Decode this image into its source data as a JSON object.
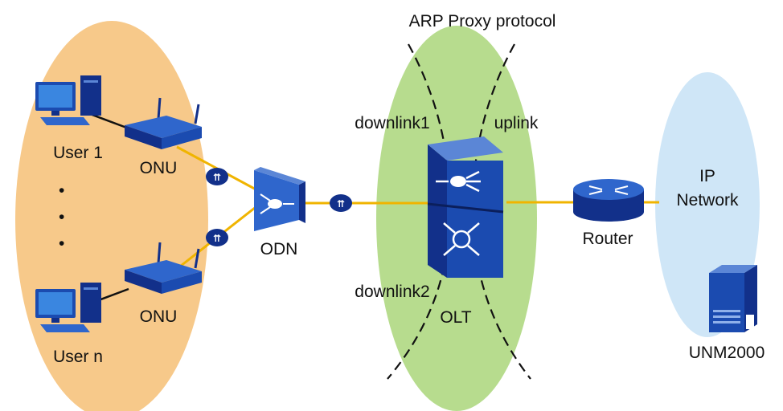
{
  "title": "ARP Proxy protocol",
  "labels": {
    "user1": "User 1",
    "usern": "User n",
    "dots": [
      "•",
      "•",
      "•"
    ],
    "onu_top": "ONU",
    "onu_bottom": "ONU",
    "odn": "ODN",
    "downlink1": "downlink1",
    "downlink2": "downlink2",
    "uplink": "uplink",
    "olt": "OLT",
    "router": "Router",
    "ip_network_line1": "IP",
    "ip_network_line2": "Network",
    "unm": "UNM2000"
  },
  "colors": {
    "user_zone": "#f7c98a",
    "olt_zone": "#b7dc8e",
    "ip_zone": "#cfe6f7",
    "fiber": "#f0b400",
    "device_dark": "#12308a",
    "device_mid": "#1b4bb0",
    "device_light": "#2f66cc",
    "dashed": "#111111"
  },
  "icons": [
    "pc-icon",
    "onu-icon",
    "odn-splitter-icon",
    "olt-icon",
    "router-icon",
    "server-icon",
    "optical-link-icon"
  ]
}
